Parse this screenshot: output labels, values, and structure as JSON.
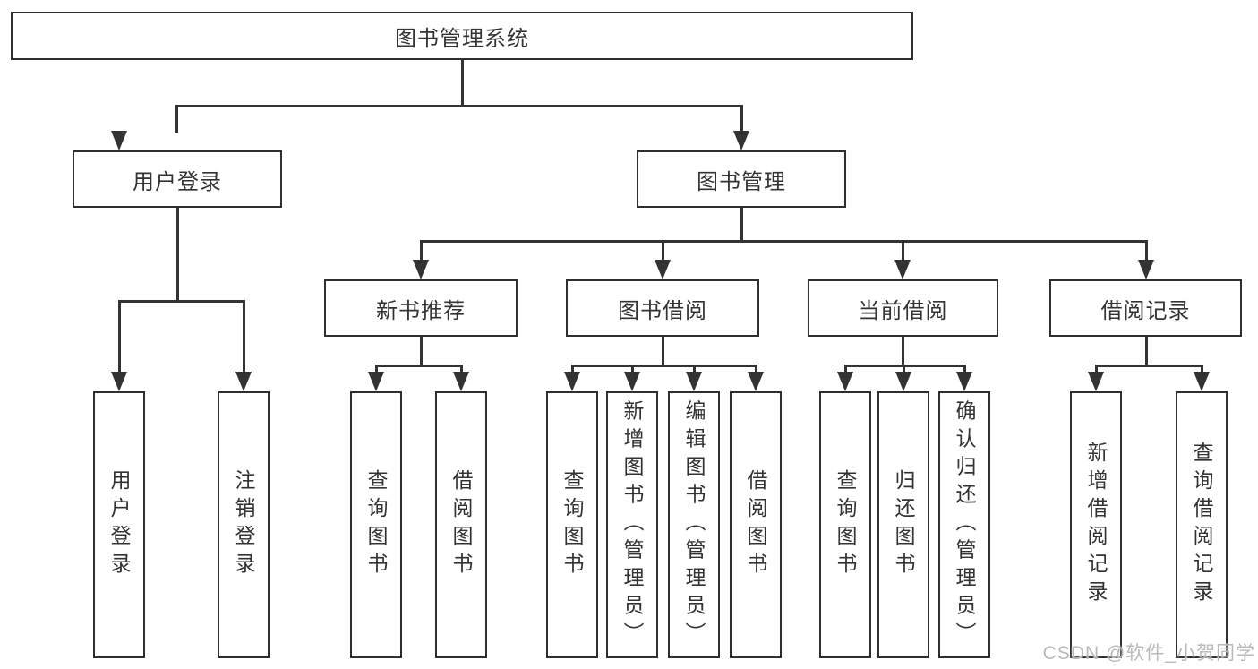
{
  "diagram": {
    "root": {
      "label": "图书管理系统"
    },
    "branches": [
      {
        "label": "用户登录",
        "children": [
          {
            "label": "用户登录"
          },
          {
            "label": "注销登录"
          }
        ]
      },
      {
        "label": "图书管理",
        "groups": [
          {
            "label": "新书推荐",
            "children": [
              {
                "label": "查询图书"
              },
              {
                "label": "借阅图书"
              }
            ]
          },
          {
            "label": "图书借阅",
            "children": [
              {
                "label": "查询图书"
              },
              {
                "label": "新增图书（管理员）"
              },
              {
                "label": "编辑图书（管理员）"
              },
              {
                "label": "借阅图书"
              }
            ]
          },
          {
            "label": "当前借阅",
            "children": [
              {
                "label": "查询图书"
              },
              {
                "label": "归还图书"
              },
              {
                "label": "确认归还（管理员）"
              }
            ]
          },
          {
            "label": "借阅记录",
            "children": [
              {
                "label": "新增借阅记录"
              },
              {
                "label": "查询借阅记录"
              }
            ]
          }
        ]
      }
    ]
  },
  "watermark": {
    "text": "CSDN @软件_小贺同学",
    "color": "#b9b9b9"
  },
  "colors": {
    "line": "#333333",
    "border": "#2f2f2f",
    "text": "#333333",
    "background": "#ffffff"
  }
}
